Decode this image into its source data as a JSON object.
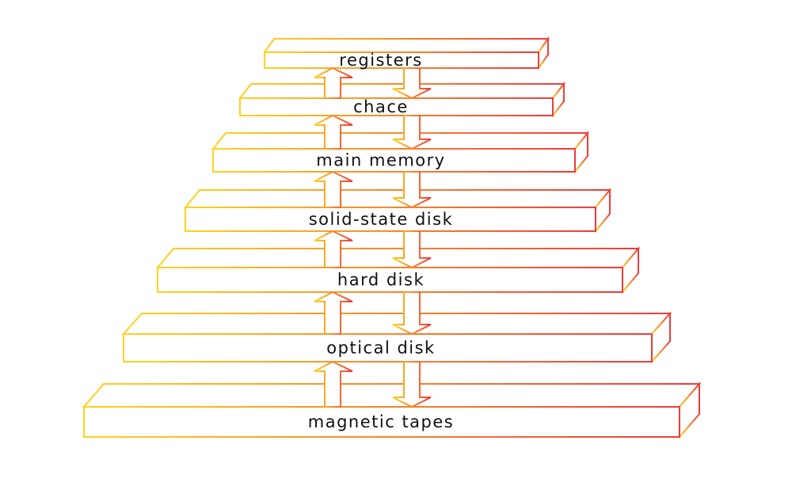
{
  "diagram": {
    "levels": [
      {
        "label": "registers"
      },
      {
        "label": "chace"
      },
      {
        "label": "main memory"
      },
      {
        "label": "solid-state disk"
      },
      {
        "label": "hard disk"
      },
      {
        "label": "optical disk"
      },
      {
        "label": "magnetic tapes"
      }
    ],
    "colors": {
      "stroke_start": "#ffd21f",
      "stroke_end": "#ee3b3b",
      "fill": "#ffffff",
      "text": "#111111"
    }
  }
}
